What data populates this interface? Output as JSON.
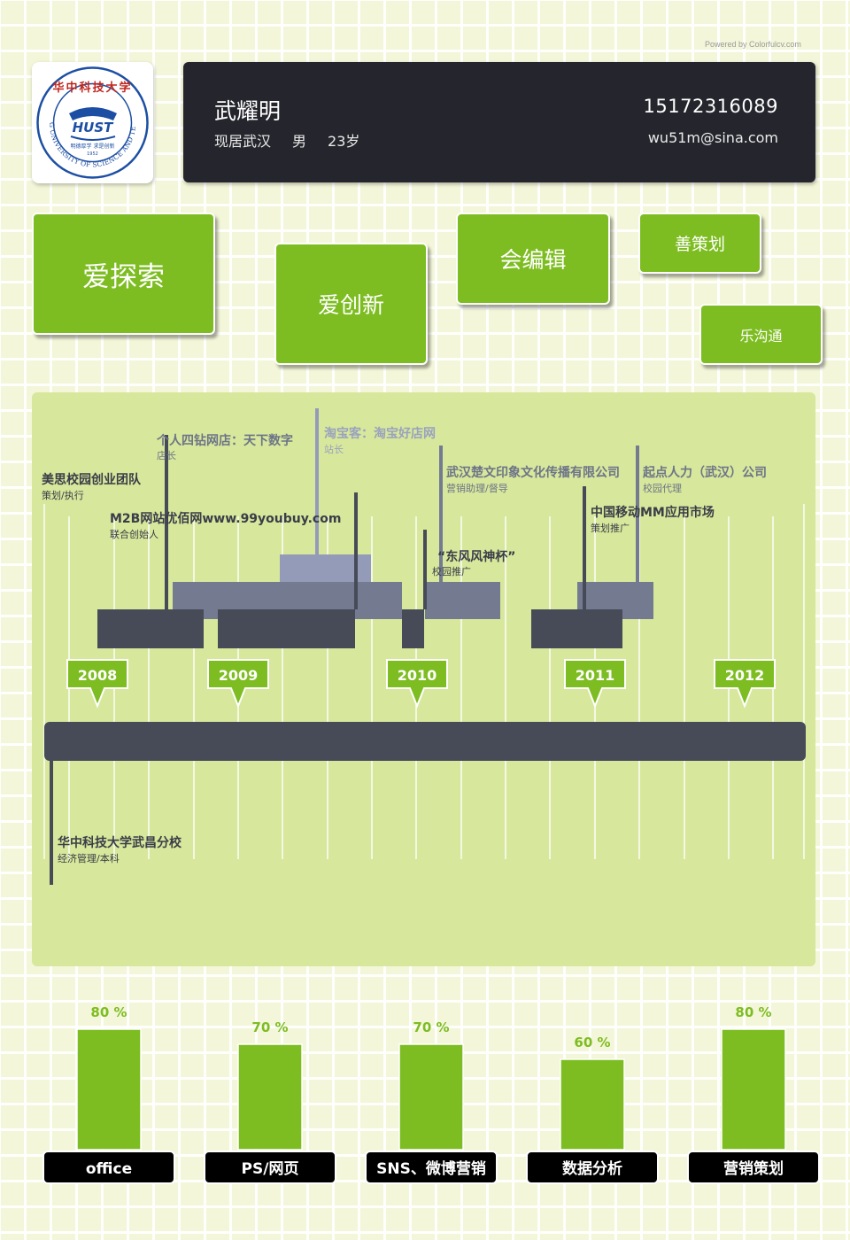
{
  "powered_by": "Powered by Colorfulcv.com",
  "logo": {
    "top_text": "华中科技大学",
    "circle_text": "HUAZHONG UNIVERSITY OF SCIENCE AND TECHNOLOGY",
    "mark": "HUST",
    "motto": "明德厚学 求是创新",
    "founded": "1952"
  },
  "header": {
    "name": "武耀明",
    "location": "现居武汉",
    "gender": "男",
    "age": "23岁",
    "phone": "15172316089",
    "email": "wu51m@sina.com"
  },
  "traits": [
    "爱探索",
    "爱创新",
    "会编辑",
    "善策划",
    "乐沟通"
  ],
  "timeline": {
    "years": [
      "2008",
      "2009",
      "2010",
      "2011",
      "2012"
    ],
    "education": {
      "title": "华中科技大学武昌分校",
      "role": "经济管理/本科"
    },
    "events": [
      {
        "title": "美思校园创业团队",
        "role": "策划/执行"
      },
      {
        "title": "M2B网站优佰网www.99youbuy.com",
        "role": "联合创始人"
      },
      {
        "title": "个人四钻网店：天下数字",
        "role": "店长"
      },
      {
        "title": "淘宝客：淘宝好店网",
        "role": "站长"
      },
      {
        "title": "武汉楚文印象文化传播有限公司",
        "role": "营销助理/督导"
      },
      {
        "title": "“东风风神杯”",
        "role": "校园推广"
      },
      {
        "title": "起点人力（武汉）公司",
        "role": "校园代理"
      },
      {
        "title": "中国移动MM应用市场",
        "role": "策划推广"
      }
    ]
  },
  "skills": [
    {
      "name": "office",
      "level": 80,
      "label": "80 %"
    },
    {
      "name": "PS/网页",
      "level": 70,
      "label": "70 %"
    },
    {
      "name": "SNS、微博营销",
      "level": 70,
      "label": "70 %"
    },
    {
      "name": "数据分析",
      "level": 60,
      "label": "60 %"
    },
    {
      "name": "营销策划",
      "level": 80,
      "label": "80 %"
    }
  ],
  "colors": {
    "accent_green": "#7dbd21",
    "dark_bar": "#474b58",
    "mid_bar": "#747b91",
    "light_bar": "#939bb9",
    "panel": "#d7e79b",
    "header_bg": "#25262d"
  }
}
